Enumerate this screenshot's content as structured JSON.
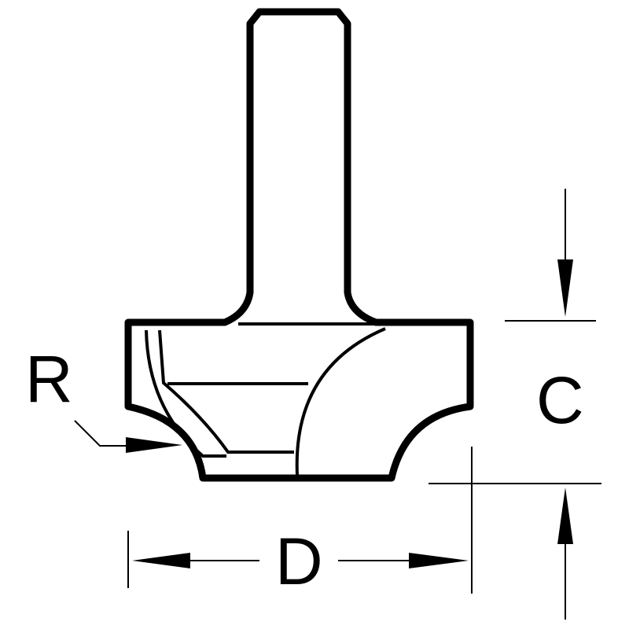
{
  "labels": {
    "radius": "R",
    "height": "C",
    "diameter": "D"
  },
  "colors": {
    "line": "#000000",
    "background": "#ffffff"
  }
}
